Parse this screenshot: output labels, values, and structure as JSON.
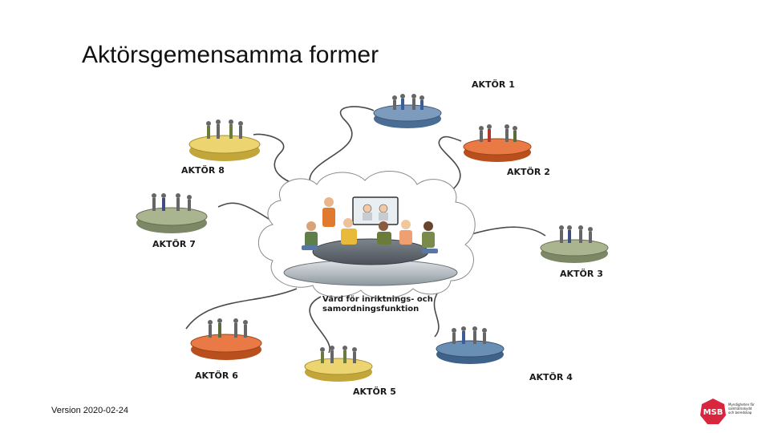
{
  "title": "Aktörsgemensamma former",
  "center": {
    "label_line1": "Värd för inriktnings- och",
    "label_line2": "samordningsfunktion"
  },
  "actors": [
    {
      "id": 1,
      "label": "AKTÖR 1",
      "color": "#6f8fb2"
    },
    {
      "id": 2,
      "label": "AKTÖR 2",
      "color": "#e0703a"
    },
    {
      "id": 3,
      "label": "AKTÖR 3",
      "color": "#a2ad86"
    },
    {
      "id": 4,
      "label": "AKTÖR 4",
      "color": "#5f86ad"
    },
    {
      "id": 5,
      "label": "AKTÖR 5",
      "color": "#e8cf63"
    },
    {
      "id": 6,
      "label": "AKTÖR 6",
      "color": "#e0703a"
    },
    {
      "id": 7,
      "label": "AKTÖR 7",
      "color": "#a2ad86"
    },
    {
      "id": 8,
      "label": "AKTÖR 8",
      "color": "#e8cf63"
    }
  ],
  "footer": {
    "version": "Version 2020-02-24",
    "logo_mark": "MSB",
    "logo_lines": [
      "Myndigheten för",
      "samhällsskydd",
      "och beredskap"
    ]
  },
  "colors": {
    "accent_red": "#d7263d",
    "cable": "#4a4a4a",
    "cloud": "#ffffff"
  }
}
